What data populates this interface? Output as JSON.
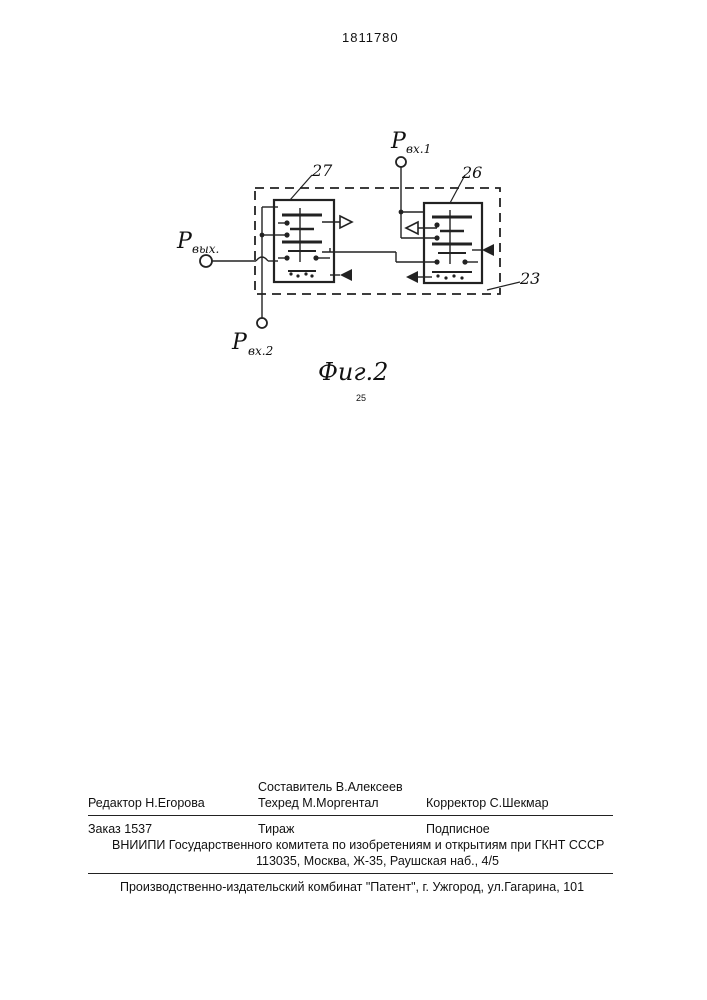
{
  "page_number": "1811780",
  "figure": {
    "caption": "Фиг.2",
    "margin_mark": "25",
    "labels": {
      "p_out": {
        "main": "P",
        "sub": "вых."
      },
      "p_in1": {
        "main": "P",
        "sub": "вх.1"
      },
      "p_in2": {
        "main": "P",
        "sub": "вх.2"
      },
      "block_27": "27",
      "block_26": "26",
      "frame_23": "23"
    }
  },
  "imprint": {
    "compiler": "Составитель  В.Алексеев",
    "editor": "Редактор  Н.Егорова",
    "techred": "Техред М.Моргентал",
    "corrector": "Корректор  С.Шекмар",
    "order": "Заказ  1537",
    "circulation": "Тираж",
    "subscription": "Подписное",
    "institute": "ВНИИПИ Государственного комитета по изобретениям и открытиям при ГКНТ СССР",
    "address": "113035, Москва, Ж-35, Раушская наб., 4/5",
    "publisher": "Производственно-издательский комбинат \"Патент\", г. Ужгород, ул.Гагарина, 101"
  }
}
